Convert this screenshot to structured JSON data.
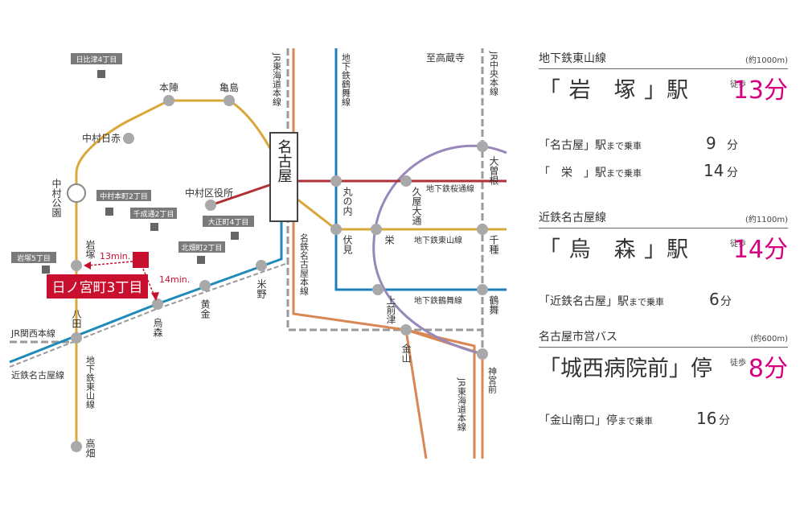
{
  "map": {
    "stations": {
      "hibitsu4": "日比津4丁目",
      "honjin": "本陣",
      "kamejima": "亀島",
      "nakamura_nisseki": "中村日赤",
      "nakamura_koen": "中村公園",
      "nakamura_honmachi2": "中村本町2丁目",
      "senjo2": "千成通2丁目",
      "nakamura_kuyakusho": "中村区役所",
      "taisho4": "大正町4丁目",
      "kitago2": "北畑町2丁目",
      "iwatsuka5": "岩塚5丁目",
      "iwatsuka": "岩塚",
      "hachida": "八田",
      "karasumori": "烏森",
      "kogane": "黄金",
      "komeno": "米野",
      "nagoya": "名古屋",
      "marunouchi": "丸の内",
      "fushimi": "伏見",
      "hisaya_odori": "久屋大通",
      "sakae": "栄",
      "kamimaezu": "上前津",
      "kanayama": "金山",
      "jingumae": "神宮前",
      "ozone": "大曽根",
      "chikusa": "千種",
      "tsurumai": "鶴舞",
      "takabata": "高畑",
      "kozoji": "至高蔵寺"
    },
    "lines": {
      "jr_tokaido": "JR東海道本線",
      "jr_tokaido2": "JR東海道本線",
      "jr_chuo": "JR中央本線",
      "tsurumai_line": "地下鉄鶴舞線",
      "meitetsu": "名鉄名古屋本線",
      "sakuradori": "地下鉄桜通線",
      "higashiyama_east": "地下鉄東山線",
      "tsurumai_east": "地下鉄鶴舞線",
      "jr_kansai": "JR関西本線",
      "kintetsu": "近鉄名古屋線",
      "higashiyama_south": "地下鉄東山線"
    },
    "site_label": "日ノ宮町3丁目",
    "walk1": "13min.",
    "walk2": "14min.",
    "colors": {
      "higashiyama": "#d9a83c",
      "sakuradori": "#b22f34",
      "tsurumai": "#1f7fb8",
      "meijo": "#9787bb",
      "meiko": "#1f7fb8",
      "meitetsu": "#d98755",
      "jr": "#9a9a9a",
      "aonami": "#1f8ab8",
      "site": "#c8102e",
      "station": "#a9a9a9",
      "accent": "#d6007e"
    }
  },
  "access": [
    {
      "line": "地下鉄東山線",
      "distance": "(約1000m)",
      "station": "「 岩　塚 」駅",
      "walk_label": "徒歩",
      "minutes": "13分",
      "rides": [
        {
          "dest": "「名古屋」駅",
          "suffix": "まで乗車",
          "min": "9",
          "unit": "分"
        },
        {
          "dest": "「　栄　」駅",
          "suffix": "まで乗車",
          "min": "14",
          "unit": "分"
        }
      ]
    },
    {
      "line": "近鉄名古屋線",
      "distance": "(約1100m)",
      "station": "「 烏　森 」駅",
      "walk_label": "徒歩",
      "minutes": "14分",
      "rides": [
        {
          "dest": "「近鉄名古屋」駅",
          "suffix": "まで乗車",
          "min": "6",
          "unit": "分"
        }
      ]
    },
    {
      "line": "名古屋市営バス",
      "distance": "(約600m)",
      "station": "「城西病院前」停",
      "walk_label": "徒歩",
      "minutes": "8分",
      "rides": [
        {
          "dest": "「金山南口」停",
          "suffix": "まで乗車",
          "min": "16",
          "unit": "分"
        }
      ]
    }
  ]
}
